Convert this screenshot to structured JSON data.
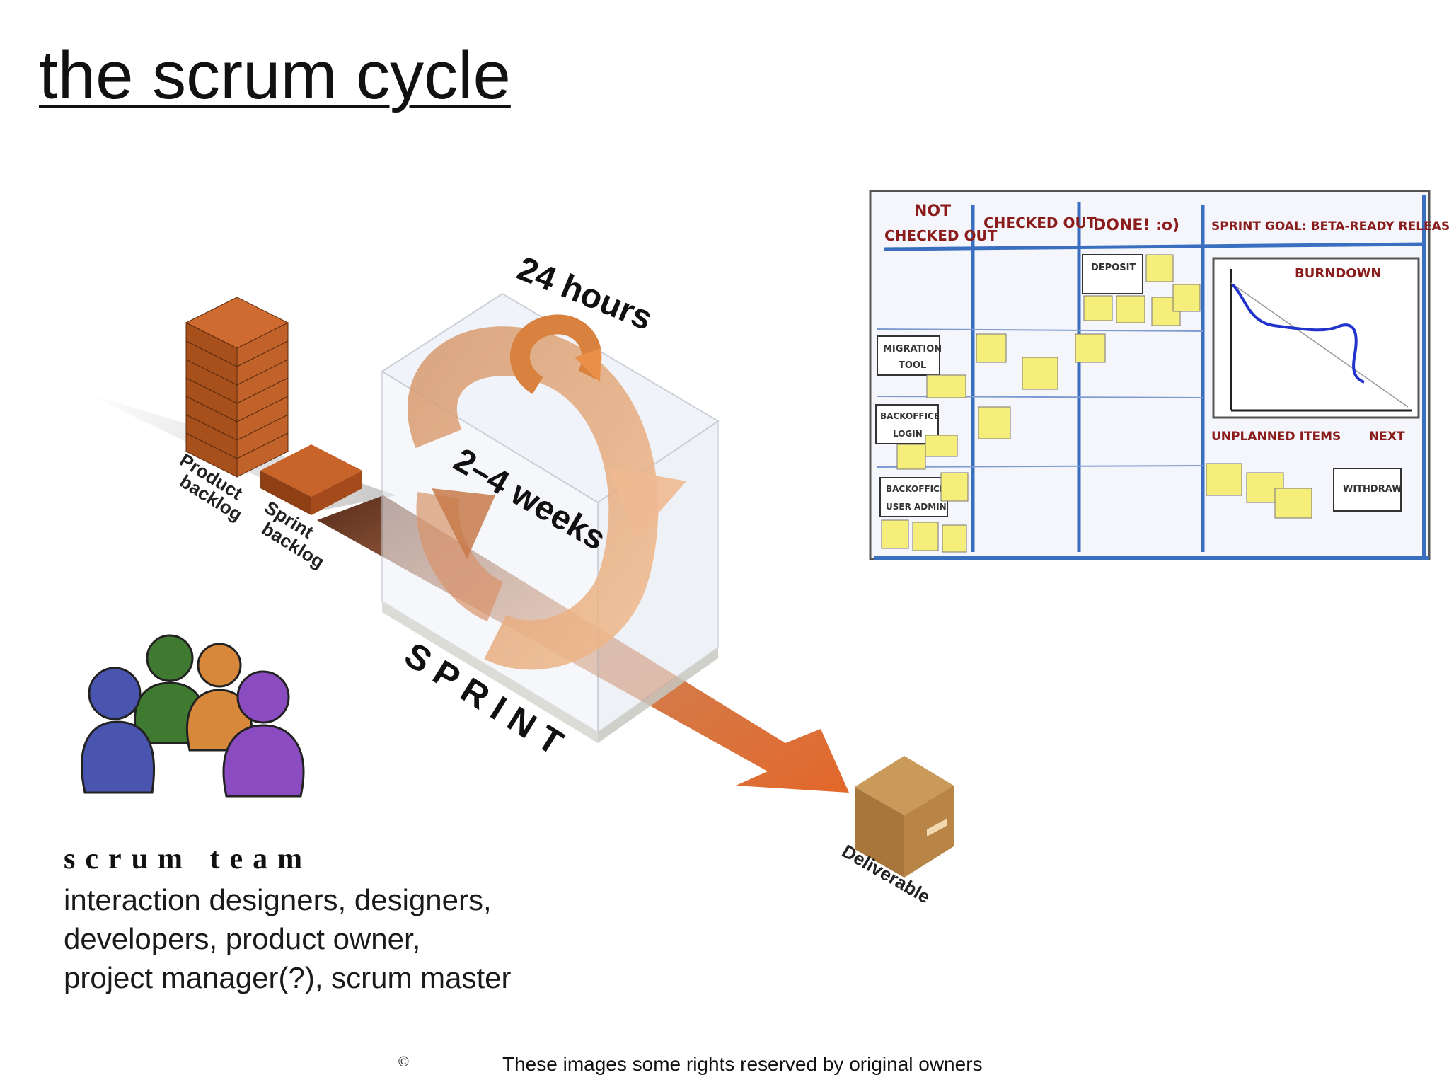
{
  "title": "the scrum cycle",
  "diagram": {
    "hours_label": "24 hours",
    "weeks_label": "2–4 weeks",
    "sprint_label": "S P R I N T",
    "product_backlog": [
      "Product",
      "backlog"
    ],
    "sprint_backlog": [
      "Sprint",
      "backlog"
    ],
    "deliverable": "Deliverable"
  },
  "board": {
    "columns": [
      "NOT",
      "CHECKED OUT",
      "CHECKED OUT",
      "DONE! :o)",
      "SPRINT GOAL: BETA-READY RELEASE!"
    ],
    "burndown": "BURNDOWN",
    "unplanned": "UNPLANNED ITEMS",
    "next": "NEXT",
    "cards": [
      "MIGRATION",
      "TOOL",
      "BACKOFFICE",
      "LOGIN",
      "BACKOFFICE",
      "USER ADMIN",
      "DEPOSIT",
      "WITHDRAW"
    ]
  },
  "team": {
    "heading": "scrum team",
    "lines": [
      "interaction designers, designers,",
      "developers, product owner,",
      "project manager(?), scrum master"
    ]
  },
  "footer": {
    "copyright_mark": "©",
    "text": "These images some rights reserved by original owners"
  },
  "colors": {
    "brick": "#b8561e",
    "arrow_orange": "#e0742e",
    "board_blue": "#3a6fc0",
    "sticky": "#f5ee7a",
    "person_blue": "#4a55b0",
    "person_green": "#3f7a30",
    "person_orange": "#d8883a",
    "person_purple": "#8a4cc0"
  }
}
